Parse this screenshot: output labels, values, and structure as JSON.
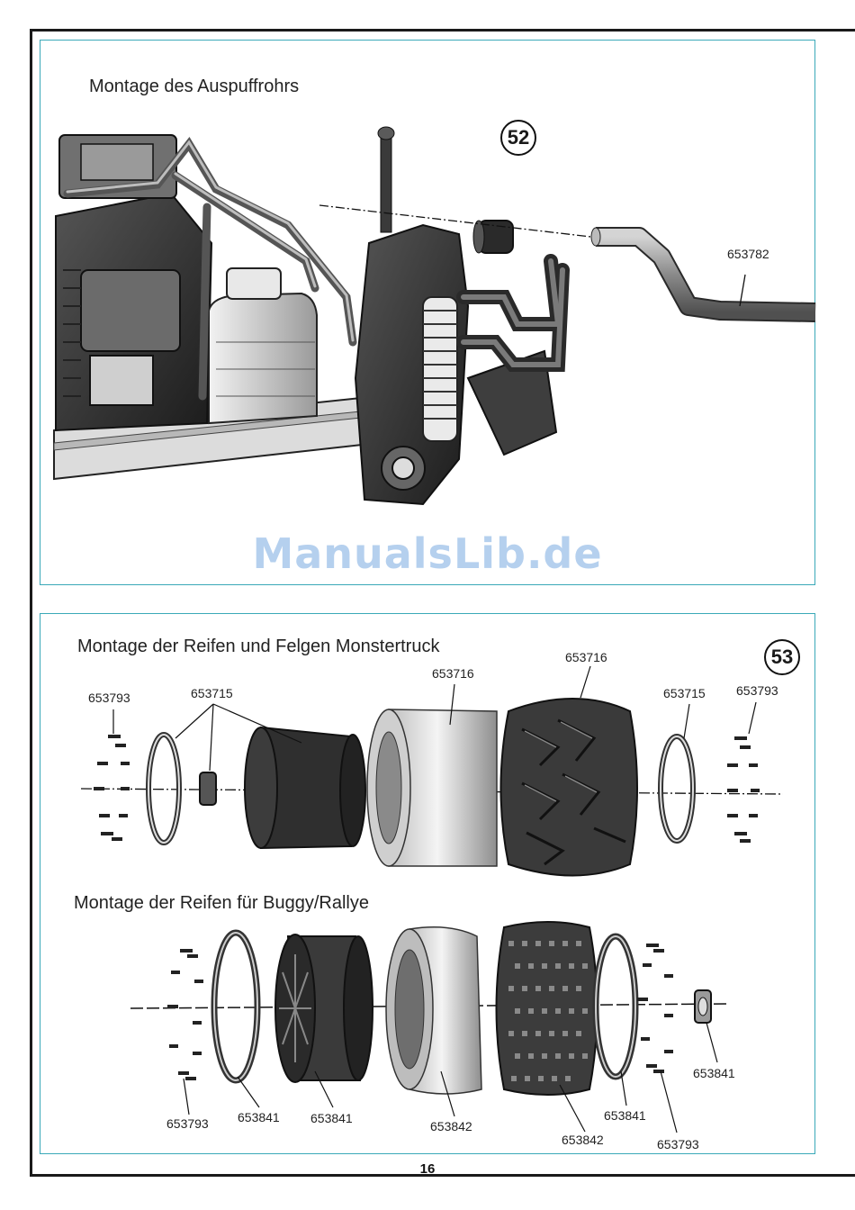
{
  "step52": {
    "number": "52",
    "title": "Montage des Auspuffrohrs",
    "parts": {
      "pipe": "653782"
    }
  },
  "step53": {
    "number": "53",
    "title_monster": "Montage der Reifen und Felgen Monstertruck",
    "title_buggy": "Montage der Reifen für Buggy/Rallye",
    "monster_parts": {
      "screws_left": "653793",
      "beadlock": "653715",
      "insert": "653716",
      "tire": "653716",
      "beadlock_right": "653715",
      "screws_right": "653793"
    },
    "buggy_parts": {
      "screws_left": "653793",
      "ring_left": "653841",
      "rim": "653841",
      "insert": "653842",
      "tire": "653842",
      "ring_right": "653841",
      "screws_right": "653793",
      "hub": "653841"
    }
  },
  "watermark": "ManualsLib.de",
  "page_number": "16"
}
